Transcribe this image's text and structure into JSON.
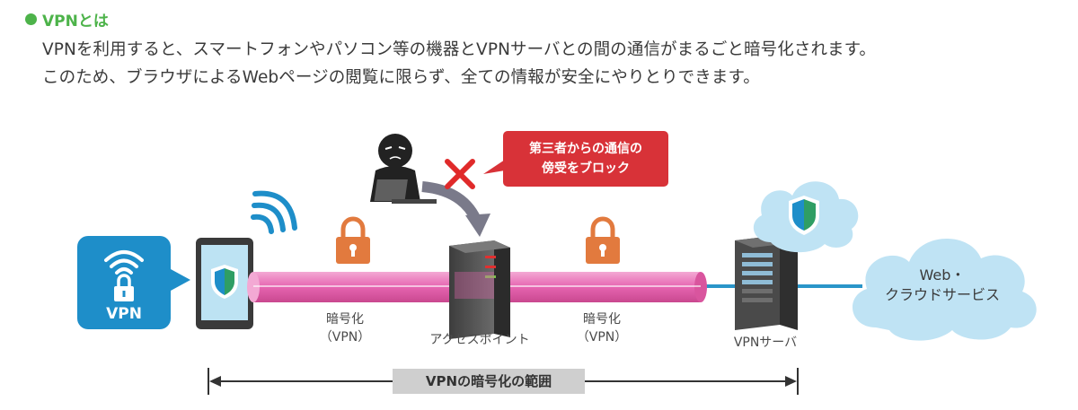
{
  "heading": "VPNとは",
  "description": {
    "line1": "VPNを利用すると、スマートフォンやパソコン等の機器とVPNサーバとの間の通信がまるごと暗号化されます。",
    "line2": "このため、ブラウザによるWebページの閲覧に限らず、全ての情報が安全にやりとりできます。"
  },
  "diagram": {
    "vpn_app_label": "VPN",
    "callout": {
      "line1": "第三者からの通信の",
      "line2": "傍受をブロック"
    },
    "encrypt_left": {
      "line1": "暗号化",
      "line2": "（VPN）"
    },
    "encrypt_right": {
      "line1": "暗号化",
      "line2": "（VPN）"
    },
    "access_point": "アクセスポイント",
    "vpn_server": "VPNサーバ",
    "cloud": {
      "line1": "Web・",
      "line2": "クラウドサービス"
    },
    "range": "VPNの暗号化の範囲"
  },
  "colors": {
    "heading_green": "#4db34a",
    "app_blue": "#1e8ec9",
    "tunnel_pink": "#e664b0",
    "lock_orange": "#e27a3e",
    "callout_red": "#d83238",
    "cloud_blue": "#bfe3f4",
    "line_blue": "#2a95c9",
    "shield_green": "#2f9e64"
  }
}
